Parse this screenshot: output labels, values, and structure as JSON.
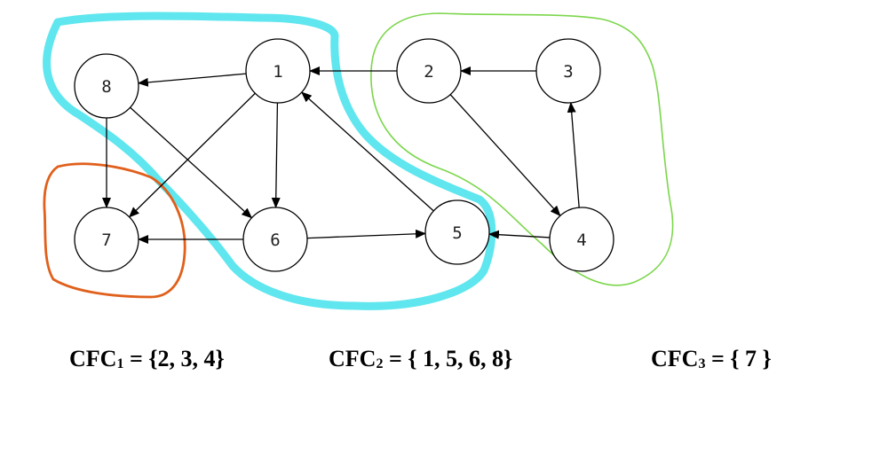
{
  "colors": {
    "component_1": "#7bd64b",
    "component_2": "#5fe6ee",
    "component_3": "#e0601c",
    "node_stroke": "#000000"
  },
  "nodes": [
    {
      "id": "1",
      "label": "1"
    },
    {
      "id": "2",
      "label": "2"
    },
    {
      "id": "3",
      "label": "3"
    },
    {
      "id": "4",
      "label": "4"
    },
    {
      "id": "5",
      "label": "5"
    },
    {
      "id": "6",
      "label": "6"
    },
    {
      "id": "7",
      "label": "7"
    },
    {
      "id": "8",
      "label": "8"
    }
  ],
  "edges": [
    {
      "from": "2",
      "to": "1"
    },
    {
      "from": "3",
      "to": "2"
    },
    {
      "from": "1",
      "to": "8"
    },
    {
      "from": "1",
      "to": "7"
    },
    {
      "from": "1",
      "to": "6"
    },
    {
      "from": "8",
      "to": "7"
    },
    {
      "from": "8",
      "to": "6"
    },
    {
      "from": "6",
      "to": "7"
    },
    {
      "from": "6",
      "to": "5"
    },
    {
      "from": "5",
      "to": "1"
    },
    {
      "from": "2",
      "to": "4"
    },
    {
      "from": "4",
      "to": "5"
    },
    {
      "from": "4",
      "to": "3"
    }
  ],
  "captions": [
    {
      "prefix": "CFC",
      "sub": "1",
      "set": " = {2,  3,  4}"
    },
    {
      "prefix": "CFC",
      "sub": "2",
      "set": " = { 1,  5,  6,  8}"
    },
    {
      "prefix": "CFC",
      "sub": "3",
      "set": " = { 7 }"
    }
  ]
}
